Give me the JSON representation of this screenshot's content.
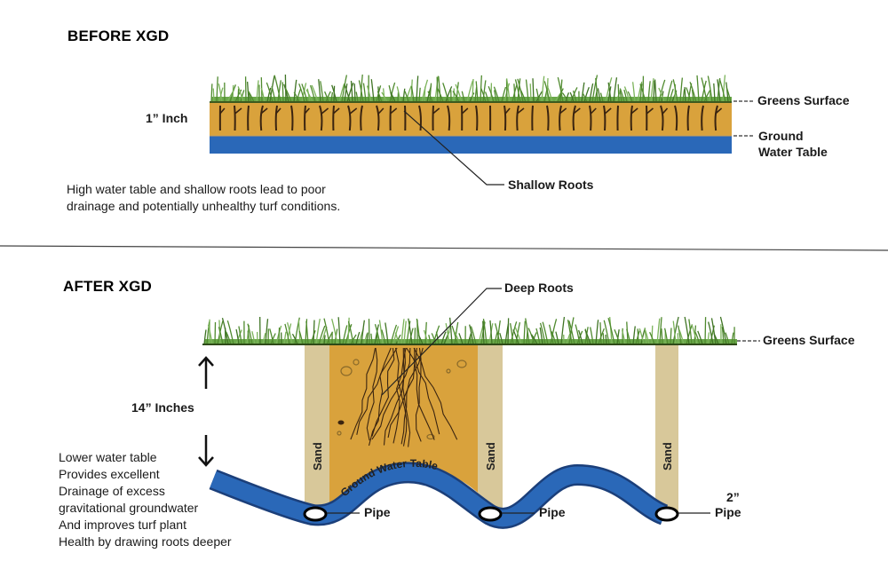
{
  "before": {
    "title": "BEFORE XGD",
    "depth_label": "1” Inch",
    "labels": {
      "greens_surface": "Greens Surface",
      "ground_water_table_line1": "Ground",
      "ground_water_table_line2": "Water Table",
      "shallow_roots": "Shallow Roots"
    },
    "description_lines": [
      "High water table and shallow roots lead to poor",
      "drainage and potentially unhealthy turf conditions."
    ]
  },
  "after": {
    "title": "AFTER XGD",
    "depth_label": "14” Inches",
    "labels": {
      "deep_roots": "Deep Roots",
      "greens_surface": "Greens Surface",
      "sand": "Sand",
      "ground_water_table": "Ground Water Table",
      "pipe": "Pipe",
      "pipe_size": "2”"
    },
    "description_lines": [
      "Lower water table",
      "Provides excellent",
      "Drainage of excess",
      "gravitational groundwater",
      "And improves turf plant",
      "Health by drawing roots deeper"
    ]
  },
  "colors": {
    "soil": "#d9a23c",
    "water": "#2a68b8",
    "grass": "#5a9a3a",
    "sand": "#d8c89a",
    "root": "#3a2410"
  }
}
